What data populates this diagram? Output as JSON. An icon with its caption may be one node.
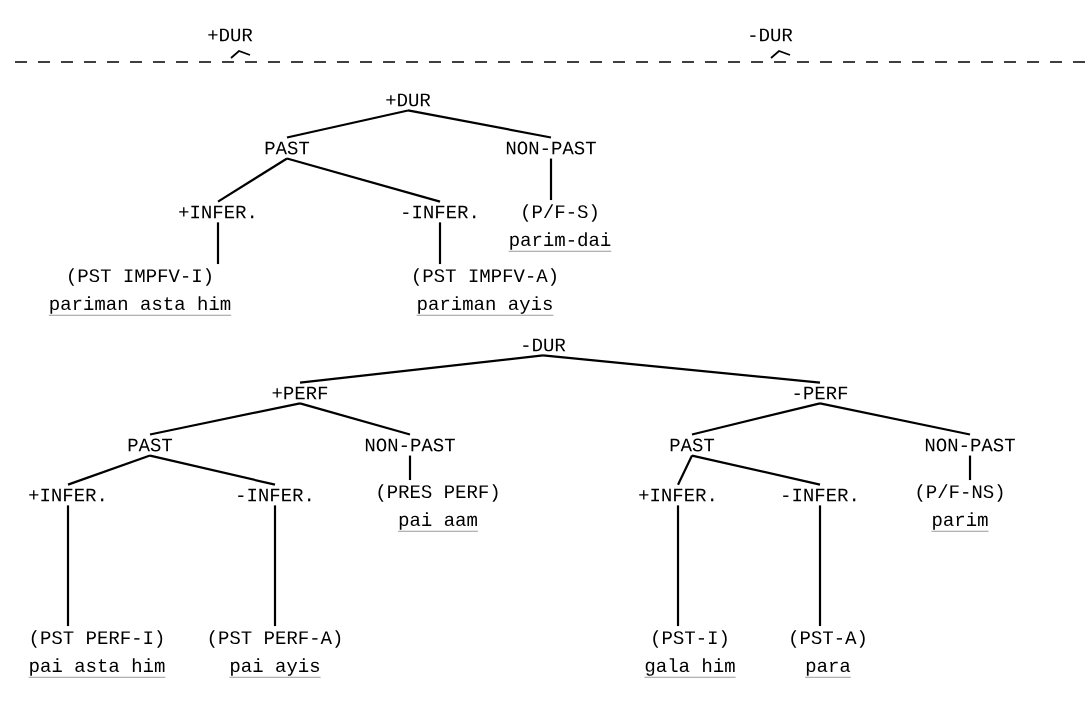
{
  "diagram": {
    "nodes": [
      {
        "text": [
          "+DUR"
        ]
      },
      {
        "text": [
          "PAST"
        ]
      },
      {
        "text": [
          "NON-PAST"
        ]
      },
      {
        "text": [
          "+INFER."
        ]
      },
      {
        "text": [
          "-INFER."
        ]
      },
      {
        "text": [
          "(P/F-S)",
          "parim-dai"
        ]
      },
      {
        "text": [
          "(PST IMPFV-I)",
          "pariman asta him"
        ]
      },
      {
        "text": [
          "(PST IMPFV-A)",
          "pariman ayis"
        ]
      },
      {
        "text": [
          "-DUR"
        ]
      },
      {
        "text": [
          "+PERF"
        ]
      },
      {
        "text": [
          "-PERF"
        ]
      },
      {
        "text": [
          "PAST"
        ]
      },
      {
        "text": [
          "NON-PAST"
        ]
      },
      {
        "text": [
          "PAST"
        ]
      },
      {
        "text": [
          "NON-PAST"
        ]
      },
      {
        "text": [
          "+INFER."
        ]
      },
      {
        "text": [
          "-INFER."
        ]
      },
      {
        "text": [
          "(PRES PERF)",
          "pai aam"
        ]
      },
      {
        "text": [
          "+INFER."
        ]
      },
      {
        "text": [
          "-INFER."
        ]
      },
      {
        "text": [
          "(P/F-NS)",
          "parim"
        ]
      },
      {
        "text": [
          "(PST PERF-I)",
          "pai asta him"
        ]
      },
      {
        "text": [
          "(PST PERF-A)",
          "pai ayis"
        ]
      },
      {
        "text": [
          "(PST-I)",
          "gala him"
        ]
      },
      {
        "text": [
          "(PST-A)",
          "para"
        ]
      }
    ],
    "edges": [
      {
        "from": 0,
        "to": 1,
        "arrow": "none"
      },
      {
        "from": 0,
        "to": 2,
        "arrow": "none"
      },
      {
        "from": 1,
        "to": 3,
        "arrow": "none"
      },
      {
        "from": 1,
        "to": 4,
        "arrow": "none"
      },
      {
        "from": 2,
        "to": 5,
        "arrow": "none"
      },
      {
        "from": 3,
        "to": 6,
        "arrow": "none"
      },
      {
        "from": 4,
        "to": 7,
        "arrow": "none"
      },
      {
        "from": 8,
        "to": 9,
        "arrow": "none"
      },
      {
        "from": 8,
        "to": 10,
        "arrow": "none"
      },
      {
        "from": 9,
        "to": 11,
        "arrow": "none"
      },
      {
        "from": 9,
        "to": 12,
        "arrow": "none"
      },
      {
        "from": 10,
        "to": 13,
        "arrow": "none"
      },
      {
        "from": 10,
        "to": 14,
        "arrow": "none"
      },
      {
        "from": 11,
        "to": 15,
        "arrow": "none"
      },
      {
        "from": 11,
        "to": 16,
        "arrow": "none"
      },
      {
        "from": 12,
        "to": 17,
        "arrow": "none"
      },
      {
        "from": 13,
        "to": 18,
        "arrow": "none"
      },
      {
        "from": 13,
        "to": 19,
        "arrow": "none"
      },
      {
        "from": 14,
        "to": 20,
        "arrow": "none"
      },
      {
        "from": 15,
        "to": 21,
        "arrow": "none"
      },
      {
        "from": 16,
        "to": 22,
        "arrow": "none"
      },
      {
        "from": 18,
        "to": 23,
        "arrow": "none"
      },
      {
        "from": 19,
        "to": 24,
        "arrow": "none"
      }
    ],
    "labels": [
      "+DUR",
      "-DUR"
    ]
  }
}
